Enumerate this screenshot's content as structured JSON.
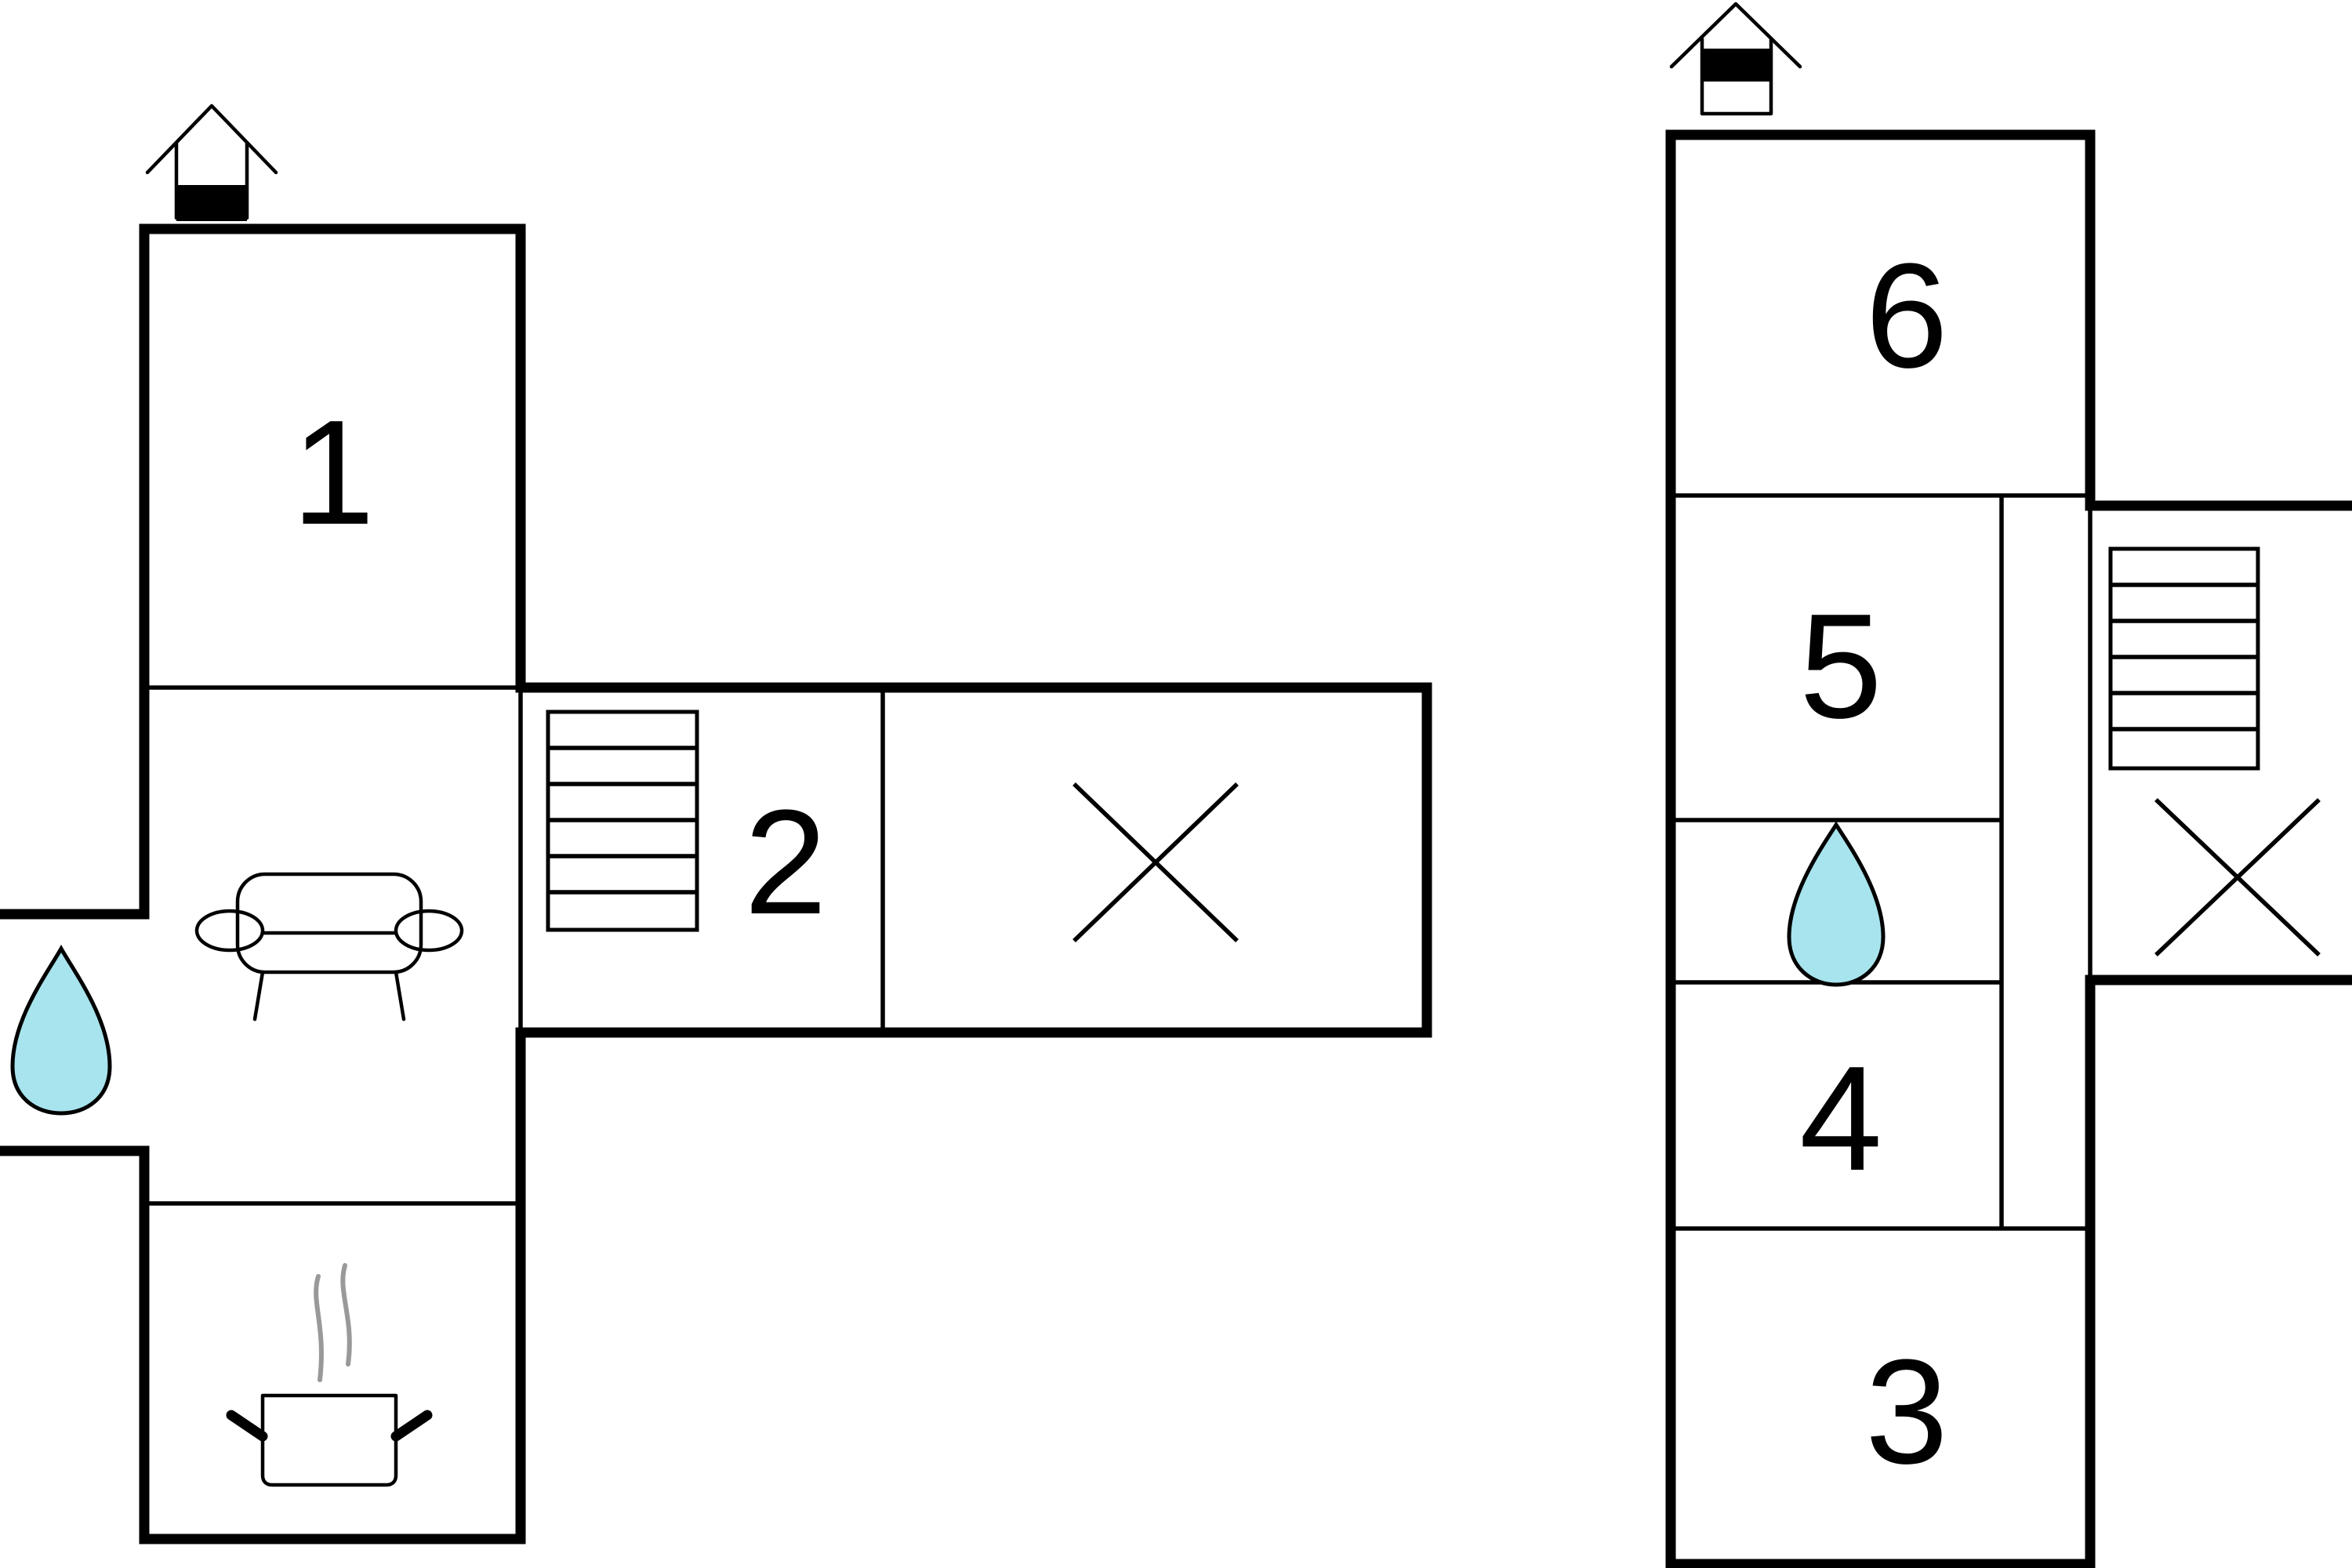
{
  "floors": [
    {
      "rooms": [
        {
          "label": "1"
        },
        {
          "label": "2"
        }
      ]
    },
    {
      "rooms": [
        {
          "label": "3"
        },
        {
          "label": "4"
        },
        {
          "label": "5"
        },
        {
          "label": "6"
        }
      ]
    }
  ],
  "icons": [
    "house-entrance-icon",
    "water-drop-icon",
    "sofa-icon",
    "stairs-icon",
    "cooking-pot-icon",
    "cross-mark-icon"
  ],
  "colors": {
    "water": "#a8e4ed",
    "steam": "#999999",
    "wall": "#000000"
  }
}
